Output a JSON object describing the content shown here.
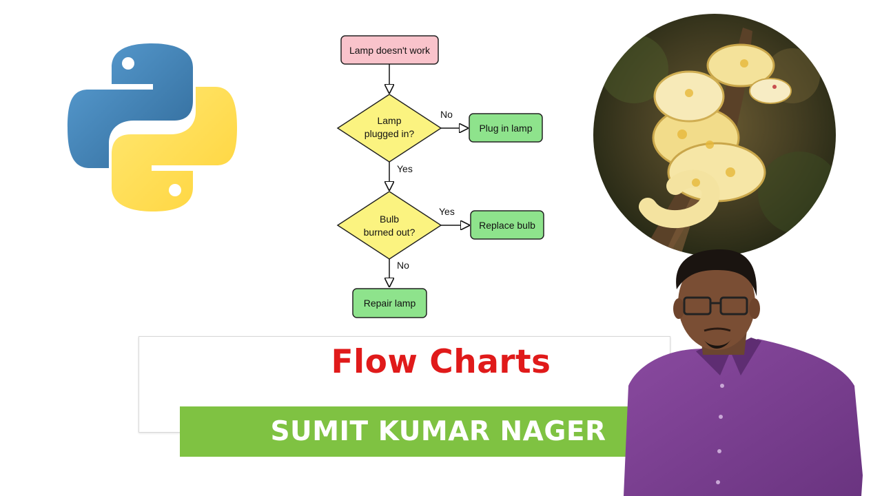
{
  "flowchart": {
    "start": "Lamp doesn't work",
    "decision1": [
      "Lamp",
      "plugged in?"
    ],
    "decision1_no": "No",
    "action1": "Plug in lamp",
    "decision1_yes": "Yes",
    "decision2": [
      "Bulb",
      "burned out?"
    ],
    "decision2_yes": "Yes",
    "action2": "Replace bulb",
    "decision2_no": "No",
    "action3": "Repair lamp"
  },
  "title": "Flow Charts",
  "author": "SUMIT KUMAR NAGER",
  "colors": {
    "title": "#e01a1a",
    "name_bar": "#7fc242",
    "start_box": "#f9c3cb",
    "decision": "#fbf380",
    "action": "#8ee38c",
    "python_blue": "#3f77aa",
    "python_yellow": "#fdd64a"
  },
  "images": {
    "logo": "python-logo",
    "photo": "albino-python-snake-on-branch",
    "person": "presenter-portrait"
  }
}
